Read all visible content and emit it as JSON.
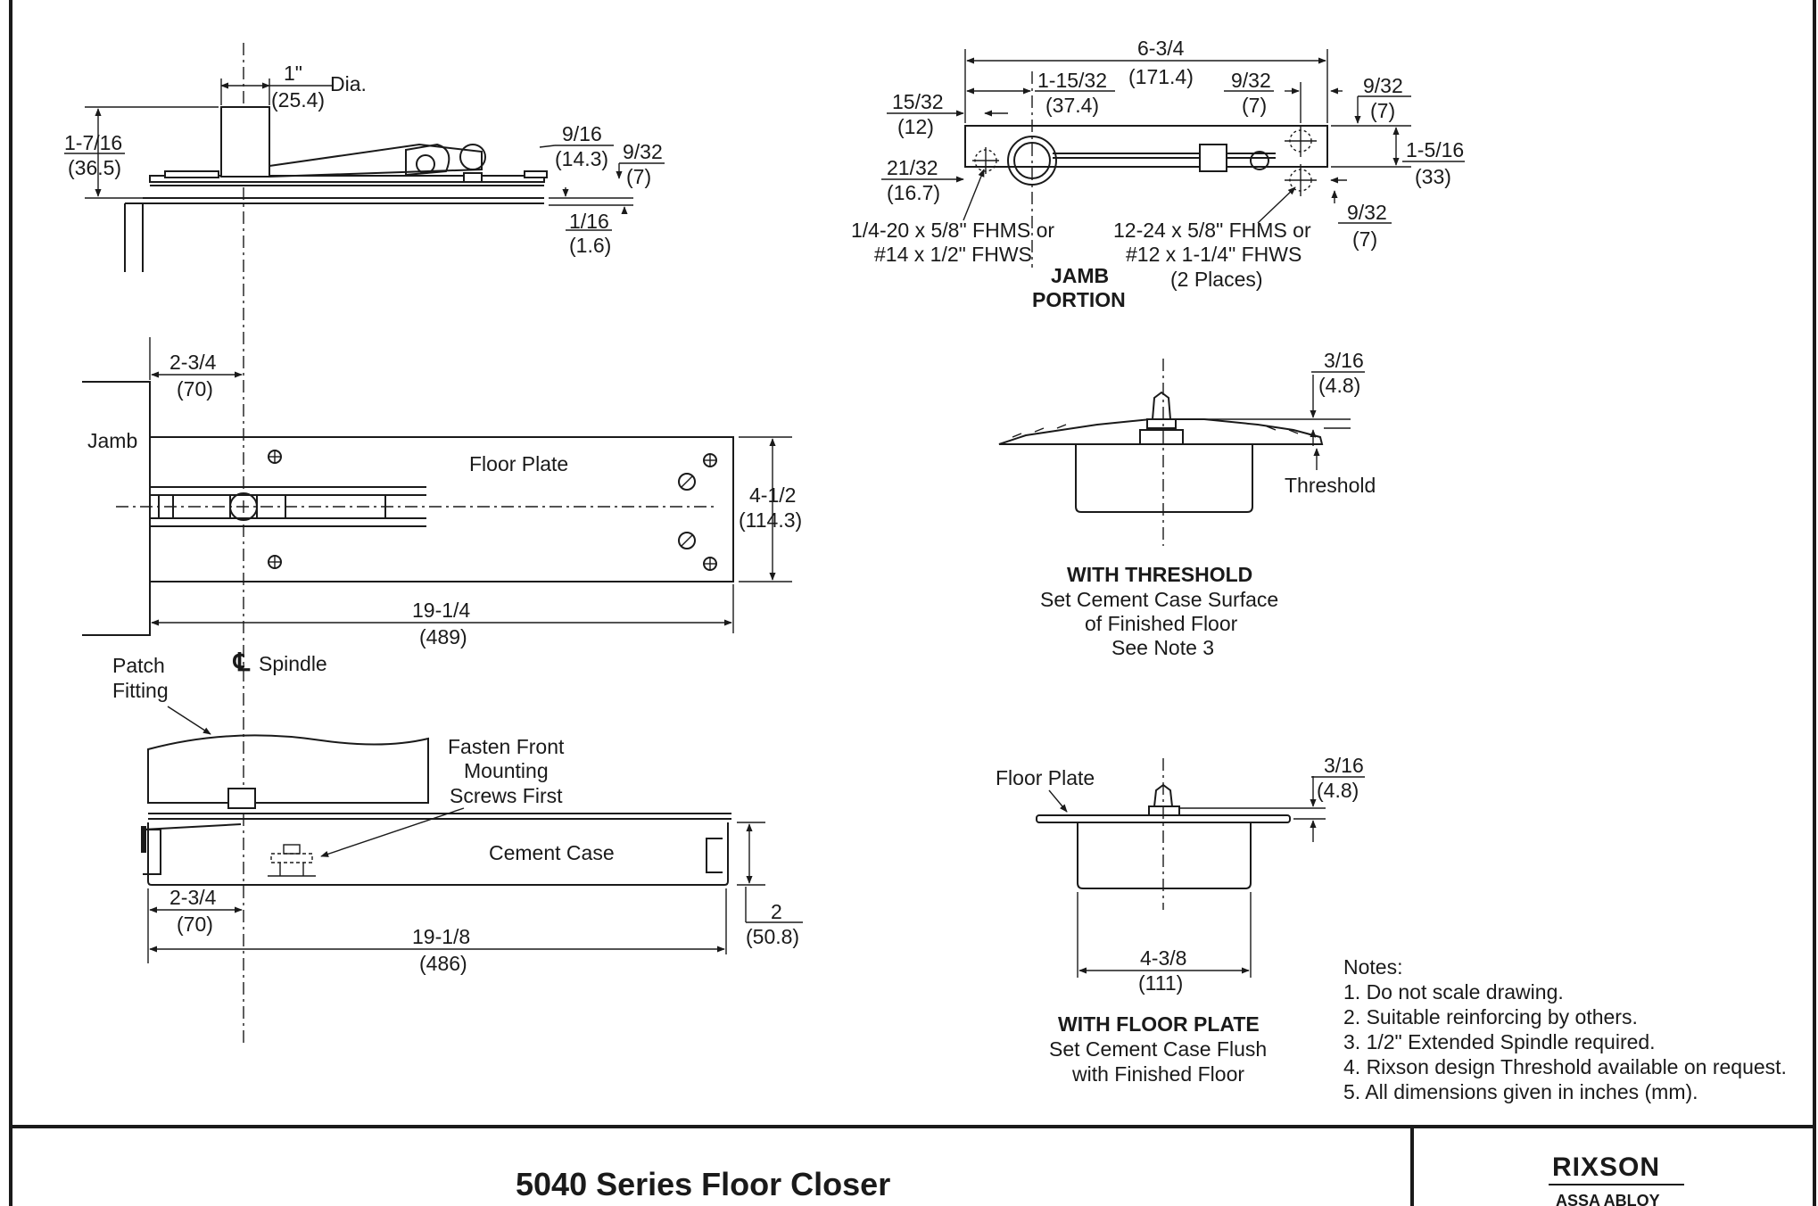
{
  "title_block": {
    "title": "5040 Series Floor Closer",
    "brand": "RIXSON",
    "brand_sub": "ASSA ABLOY"
  },
  "side_view": {
    "dia_in": "1\"",
    "dia_mm": "(25.4)",
    "dia_word": "Dia.",
    "height_in": "1-7/16",
    "height_mm": "(36.5)",
    "d1_in": "9/16",
    "d1_mm": "(14.3)",
    "d2_in": "9/32",
    "d2_mm": "(7)",
    "d3_in": "1/16",
    "d3_mm": "(1.6)"
  },
  "jamb_portion": {
    "overall_in": "6-3/4",
    "overall_mm": "(171.4)",
    "a_in": "1-15/32",
    "a_mm": "(37.4)",
    "b_in": "9/32",
    "b_mm": "(7)",
    "c_in": "9/32",
    "c_mm": "(7)",
    "d_in": "15/32",
    "d_mm": "(12)",
    "e_in": "21/32",
    "e_mm": "(16.7)",
    "h_in": "1-5/16",
    "h_mm": "(33)",
    "f_in": "9/32",
    "f_mm": "(7)",
    "screw_left_1": "1/4-20 x 5/8\" FHMS or",
    "screw_left_2": "#14 x 1/2\" FHWS",
    "screw_right_1": "12-24 x 5/8\" FHMS or",
    "screw_right_2": "#12 x 1-1/4\" FHWS",
    "screw_right_3": "(2 Places)",
    "caption_1": "JAMB",
    "caption_2": "PORTION"
  },
  "plan_view": {
    "offset_in": "2-3/4",
    "offset_mm": "(70)",
    "jamb": "Jamb",
    "floor_plate": "Floor Plate",
    "width_in": "4-1/2",
    "width_mm": "(114.3)",
    "length_in": "19-1/4",
    "length_mm": "(489)",
    "spindle_symbol": "℄",
    "spindle": "Spindle"
  },
  "section_view": {
    "patch_1": "Patch",
    "patch_2": "Fitting",
    "fasten_1": "Fasten Front",
    "fasten_2": "Mounting",
    "fasten_3": "Screws First",
    "cement_case": "Cement Case",
    "offset_in": "2-3/4",
    "offset_mm": "(70)",
    "depth_in": "2",
    "depth_mm": "(50.8)",
    "length_in": "19-1/8",
    "length_mm": "(486)"
  },
  "threshold_view": {
    "dim_in": "3/16",
    "dim_mm": "(4.8)",
    "threshold": "Threshold",
    "caption_1": "WITH THRESHOLD",
    "caption_2": "Set Cement Case Surface",
    "caption_3": "of Finished Floor",
    "caption_4": "See Note 3"
  },
  "floorplate_view": {
    "floor_plate": "Floor Plate",
    "dim_in": "3/16",
    "dim_mm": "(4.8)",
    "width_in": "4-3/8",
    "width_mm": "(111)",
    "caption_1": "WITH FLOOR PLATE",
    "caption_2": "Set Cement Case Flush",
    "caption_3": "with Finished Floor"
  },
  "notes": {
    "heading": "Notes:",
    "items": [
      "1. Do not scale drawing.",
      "2. Suitable reinforcing by others.",
      "3. 1/2\" Extended Spindle required.",
      "4. Rixson design Threshold available on request.",
      "5. All dimensions given in inches (mm)."
    ]
  }
}
